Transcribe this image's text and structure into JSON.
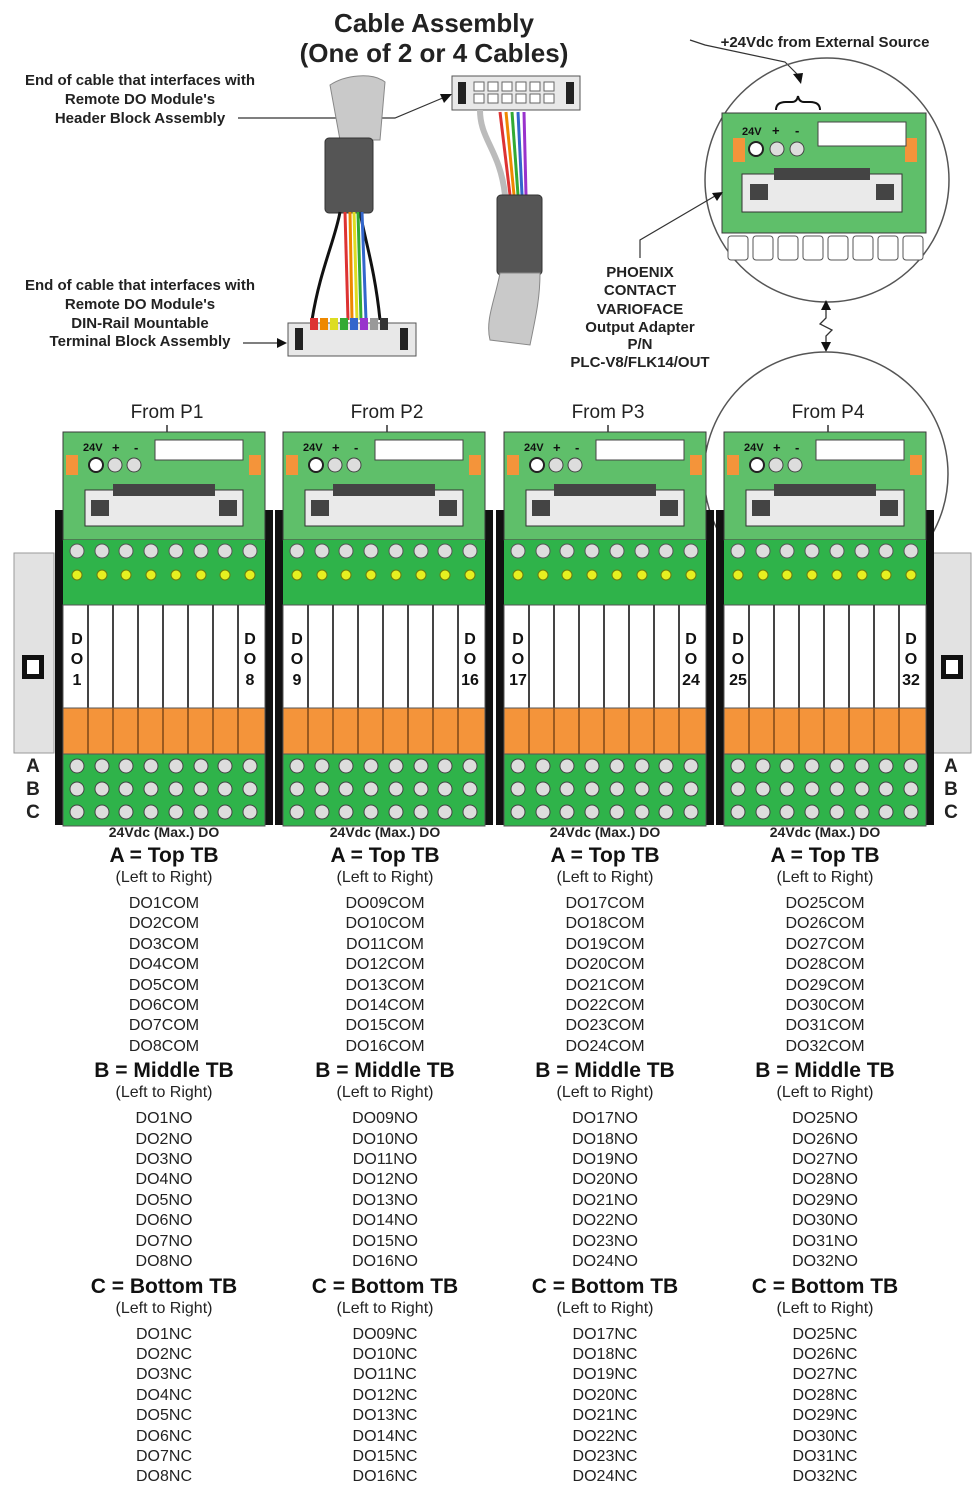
{
  "title": {
    "line1": "Cable Assembly",
    "line2": "(One of 2 or 4 Cables)"
  },
  "callouts": {
    "header_end": [
      "End of cable that interfaces with",
      "Remote DO Module's",
      "Header Block Assembly"
    ],
    "terminal_end": [
      "End of cable that interfaces with",
      "Remote DO Module's",
      "DIN-Rail Mountable",
      "Terminal Block Assembly"
    ],
    "external_source": "+24Vdc from External Source",
    "adapter": [
      "PHOENIX",
      "CONTACT",
      "VARIOFACE",
      "Output Adapter",
      "P/N",
      "PLC-V8/FLK14/OUT"
    ]
  },
  "board": {
    "power_label": "24V",
    "plus": "+",
    "minus": "-"
  },
  "rail_letters": [
    "A",
    "B",
    "C"
  ],
  "section_titles": {
    "top": "A = Top TB",
    "middle": "B = Middle TB",
    "bottom": "C = Bottom TB",
    "order": "(Left to Right)"
  },
  "colors": {
    "board_green": "#5fbf6a",
    "terminal_green": "#2fb34a",
    "led_yellow": "#e6f020",
    "orange": "#f4943a",
    "rail_black": "#111111"
  },
  "modules": [
    {
      "from": "From P1",
      "side_start": [
        "D",
        "O",
        "1"
      ],
      "side_end": [
        "D",
        "O",
        "8"
      ],
      "voltage": "24Vdc (Max.) DO",
      "top": [
        "DO1COM",
        "DO2COM",
        "DO3COM",
        "DO4COM",
        "DO5COM",
        "DO6COM",
        "DO7COM",
        "DO8COM"
      ],
      "middle": [
        "DO1NO",
        "DO2NO",
        "DO3NO",
        "DO4NO",
        "DO5NO",
        "DO6NO",
        "DO7NO",
        "DO8NO"
      ],
      "bottom": [
        "DO1NC",
        "DO2NC",
        "DO3NC",
        "DO4NC",
        "DO5NC",
        "DO6NC",
        "DO7NC",
        "DO8NC"
      ]
    },
    {
      "from": "From P2",
      "side_start": [
        "D",
        "O",
        "9"
      ],
      "side_end": [
        "D",
        "O",
        "16"
      ],
      "voltage": "24Vdc (Max.) DO",
      "top": [
        "DO09COM",
        "DO10COM",
        "DO11COM",
        "DO12COM",
        "DO13COM",
        "DO14COM",
        "DO15COM",
        "DO16COM"
      ],
      "middle": [
        "DO09NO",
        "DO10NO",
        "DO11NO",
        "DO12NO",
        "DO13NO",
        "DO14NO",
        "DO15NO",
        "DO16NO"
      ],
      "bottom": [
        "DO09NC",
        "DO10NC",
        "DO11NC",
        "DO12NC",
        "DO13NC",
        "DO14NC",
        "DO15NC",
        "DO16NC"
      ]
    },
    {
      "from": "From P3",
      "side_start": [
        "D",
        "O",
        "17"
      ],
      "side_end": [
        "D",
        "O",
        "24"
      ],
      "voltage": "24Vdc (Max.) DO",
      "top": [
        "DO17COM",
        "DO18COM",
        "DO19COM",
        "DO20COM",
        "DO21COM",
        "DO22COM",
        "DO23COM",
        "DO24COM"
      ],
      "middle": [
        "DO17NO",
        "DO18NO",
        "DO19NO",
        "DO20NO",
        "DO21NO",
        "DO22NO",
        "DO23NO",
        "DO24NO"
      ],
      "bottom": [
        "DO17NC",
        "DO18NC",
        "DO19NC",
        "DO20NC",
        "DO21NC",
        "DO22NC",
        "DO23NC",
        "DO24NC"
      ]
    },
    {
      "from": "From P4",
      "side_start": [
        "D",
        "O",
        "25"
      ],
      "side_end": [
        "D",
        "O",
        "32"
      ],
      "voltage": "24Vdc (Max.) DO",
      "top": [
        "DO25COM",
        "DO26COM",
        "DO27COM",
        "DO28COM",
        "DO29COM",
        "DO30COM",
        "DO31COM",
        "DO32COM"
      ],
      "middle": [
        "DO25NO",
        "DO26NO",
        "DO27NO",
        "DO28NO",
        "DO29NO",
        "DO30NO",
        "DO31NO",
        "DO32NO"
      ],
      "bottom": [
        "DO25NC",
        "DO26NC",
        "DO27NC",
        "DO28NC",
        "DO29NC",
        "DO30NC",
        "DO31NC",
        "DO32NC"
      ]
    }
  ]
}
